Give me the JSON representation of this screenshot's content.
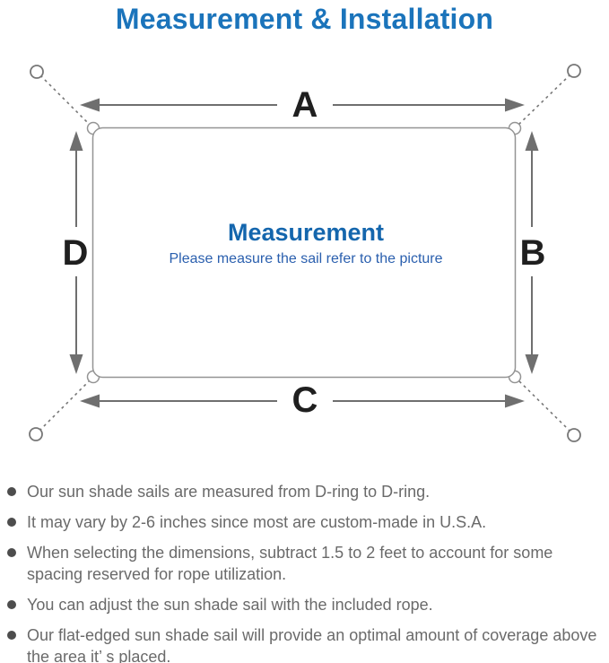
{
  "title": "Measurement & Installation",
  "diagram": {
    "label_a": "A",
    "label_b": "B",
    "label_c": "C",
    "label_d": "D",
    "heading": "Measurement",
    "subheading": "Please measure the sail refer to the picture"
  },
  "notes": [
    "Our sun shade sails are measured from D-ring to D-ring.",
    "It may vary by 2-6 inches since most are custom-made in U.S.A.",
    "When selecting the dimensions, subtract 1.5 to 2 feet to account for some spacing reserved for rope utilization.",
    "You can adjust the sun shade sail with the included rope.",
    "Our flat-edged sun shade sail will provide an optimal amount of coverage above the area it’ s placed."
  ],
  "colors": {
    "title_blue": "#1b74bb",
    "heading_blue": "#1466ad",
    "subheading_blue": "#2a5fae",
    "dimension_label": "#1f1f1f",
    "line_gray": "#6f6f6f",
    "sail_outline_gray": "#949494",
    "note_text_gray": "#6a6a6a",
    "bullet_dot_gray": "#4d4d4d",
    "background": "#ffffff"
  }
}
